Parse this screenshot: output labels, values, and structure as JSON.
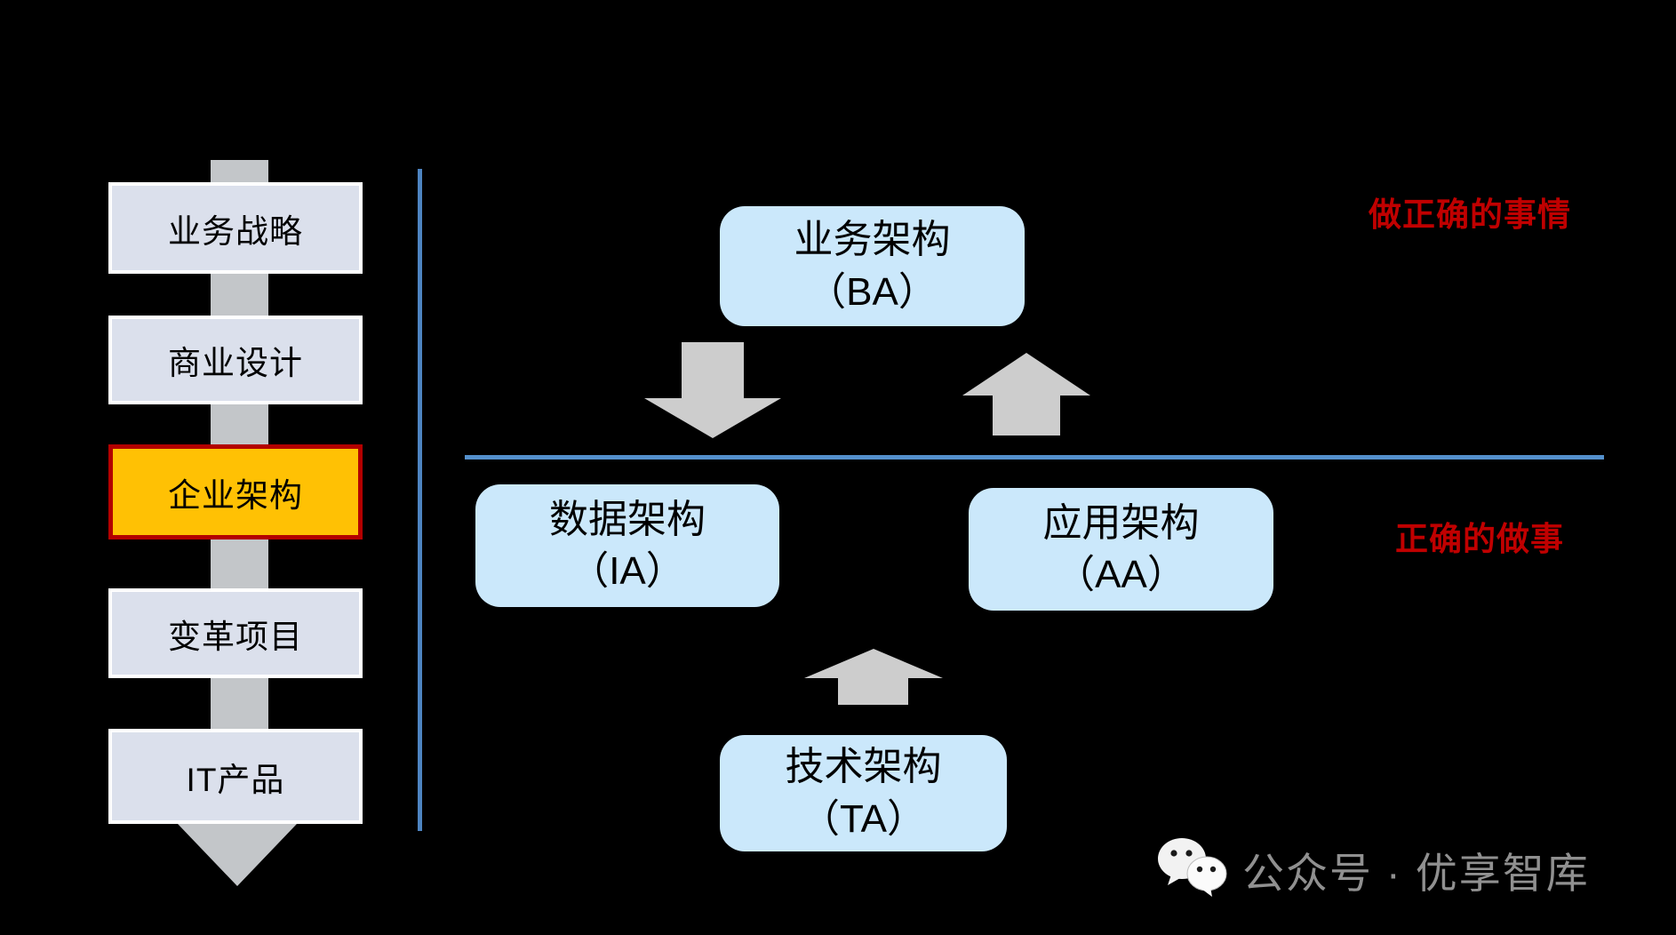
{
  "left_flow": {
    "steps": [
      {
        "label": "业务战略",
        "highlighted": false
      },
      {
        "label": "商业设计",
        "highlighted": false
      },
      {
        "label": "企业架构",
        "highlighted": true
      },
      {
        "label": "变革项目",
        "highlighted": false
      },
      {
        "label": "IT产品",
        "highlighted": false
      }
    ]
  },
  "architecture": {
    "ba": {
      "title": "业务架构",
      "abbr": "（BA）"
    },
    "ia": {
      "title": "数据架构",
      "abbr": "（IA）"
    },
    "aa": {
      "title": "应用架构",
      "abbr": "（AA）"
    },
    "ta": {
      "title": "技术架构",
      "abbr": "（TA）"
    }
  },
  "annotations": {
    "top_right": "做正确的事情",
    "middle_right": "正确的做事"
  },
  "footer": {
    "wechat_label": "公众号 · 优享智库"
  },
  "colors": {
    "background": "#000000",
    "flow_box_fill": "#dbe0ec",
    "flow_box_border": "#ffffff",
    "highlight_fill": "#ffc104",
    "highlight_border": "#b30000",
    "arch_box_fill": "#cbe8fb",
    "divider_blue": "#4d84c1",
    "arrow_gray": "#cdcdcd",
    "annotation_red": "#c00000",
    "footer_gray": "#909090"
  }
}
